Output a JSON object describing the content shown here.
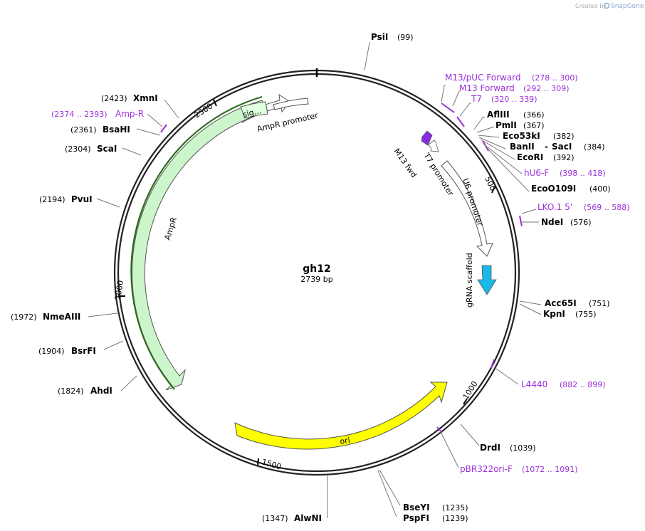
{
  "credit": {
    "created_by": "Created by",
    "brand": "SnapGene"
  },
  "plasmid": {
    "name": "gh12",
    "size_label": "2739 bp"
  },
  "ticks": [
    "500",
    "1000",
    "1500",
    "2000",
    "2500"
  ],
  "sites": [
    {
      "name": "PsiI",
      "pos": "(99)"
    },
    {
      "name": "AflIII",
      "pos": "(366)"
    },
    {
      "name": "PmlI",
      "pos": "(367)"
    },
    {
      "name": "Eco53kI",
      "pos": "(382)"
    },
    {
      "name": "BanII",
      "name2": "SacI",
      "pos": "(384)"
    },
    {
      "name": "EcoRI",
      "pos": "(392)"
    },
    {
      "name": "EcoO109I",
      "pos": "(400)"
    },
    {
      "name": "NdeI",
      "pos": "(576)"
    },
    {
      "name": "Acc65I",
      "pos": "(751)"
    },
    {
      "name": "KpnI",
      "pos": "(755)"
    },
    {
      "name": "DrdI",
      "pos": "(1039)"
    },
    {
      "name": "BseYI",
      "pos": "(1235)"
    },
    {
      "name": "PspFI",
      "pos": "(1239)"
    },
    {
      "name": "AlwNI",
      "pos": "(1347)"
    },
    {
      "name": "AhdI",
      "pos": "(1824)"
    },
    {
      "name": "BsrFI",
      "pos": "(1904)"
    },
    {
      "name": "NmeAIII",
      "pos": "(1972)"
    },
    {
      "name": "PvuI",
      "pos": "(2194)"
    },
    {
      "name": "ScaI",
      "pos": "(2304)"
    },
    {
      "name": "BsaHI",
      "pos": "(2361)"
    },
    {
      "name": "XmnI",
      "pos": "(2423)"
    }
  ],
  "primers": [
    {
      "name": "M13/pUC Forward",
      "range": "(278 .. 300)"
    },
    {
      "name": "M13 Forward",
      "range": "(292 .. 309)"
    },
    {
      "name": "T7",
      "range": "(320 .. 339)"
    },
    {
      "name": "hU6-F",
      "range": "(398 .. 418)"
    },
    {
      "name": "LKO.1 5'",
      "range": "(569 .. 588)"
    },
    {
      "name": "L4440",
      "range": "(882 .. 899)"
    },
    {
      "name": "pBR322ori-F",
      "range": "(1072 .. 1091)"
    },
    {
      "name": "Amp-R",
      "range": "(2374 .. 2393)"
    }
  ],
  "features": {
    "ampr": "AmpR",
    "ampr_promoter": "AmpR promoter",
    "sig": "sig...",
    "ori": "ori",
    "m13_fwd": "M13 fwd",
    "t7_promoter": "T7 promoter",
    "u6_promoter": "U6 promoter",
    "grna_scaffold": "gRNA scaffold"
  },
  "colors": {
    "ampr": "#ccf5cc",
    "ori": "#ffff00",
    "grna": "#1ab8e8",
    "primer": "#9b30d9",
    "m13": "#8a2be2"
  }
}
